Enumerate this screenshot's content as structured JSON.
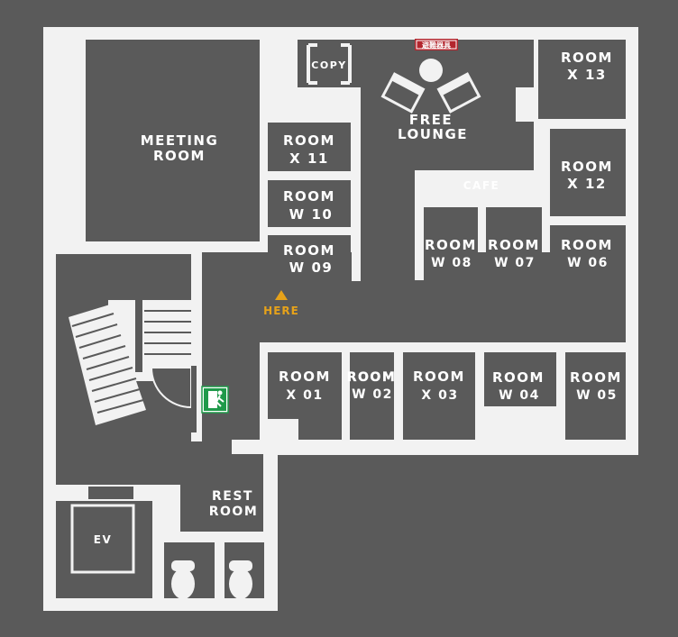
{
  "colors": {
    "background": "#5a5a5a",
    "floor": "#f2f2f2",
    "room": "#5a5a5a",
    "here_marker": "#e6a21a",
    "exit_sign": "#1f9a4a",
    "equipment_sign": "#b3262e"
  },
  "icons": {
    "exit": "emergency-exit-icon",
    "here": "triangle-marker-icon",
    "toilet": "toilet-icon",
    "chair": "lounge-chair-icon",
    "table": "round-table-icon"
  },
  "labels": {
    "meeting_room": [
      "MEETING",
      "ROOM"
    ],
    "copy": "COPY",
    "equipment_sign": "避難器具",
    "free_lounge": [
      "FREE",
      "LOUNGE"
    ],
    "cafe": "CAFE",
    "here": "HERE",
    "rest_room": [
      "REST",
      "ROOM"
    ],
    "ev": "EV"
  },
  "rooms": {
    "x11": [
      "ROOM",
      "X 11"
    ],
    "w10": [
      "ROOM",
      "W 10"
    ],
    "w09": [
      "ROOM",
      "W 09"
    ],
    "x13": [
      "ROOM",
      "X 13"
    ],
    "x12": [
      "ROOM",
      "X 12"
    ],
    "w08": [
      "ROOM",
      "W 08"
    ],
    "w07": [
      "ROOM",
      "W 07"
    ],
    "w06": [
      "ROOM",
      "W 06"
    ],
    "x01": [
      "ROOM",
      "X 01"
    ],
    "w02": [
      "ROOM",
      "W 02"
    ],
    "x03": [
      "ROOM",
      "X 03"
    ],
    "w04": [
      "ROOM",
      "W 04"
    ],
    "w05": [
      "ROOM",
      "W 05"
    ]
  }
}
